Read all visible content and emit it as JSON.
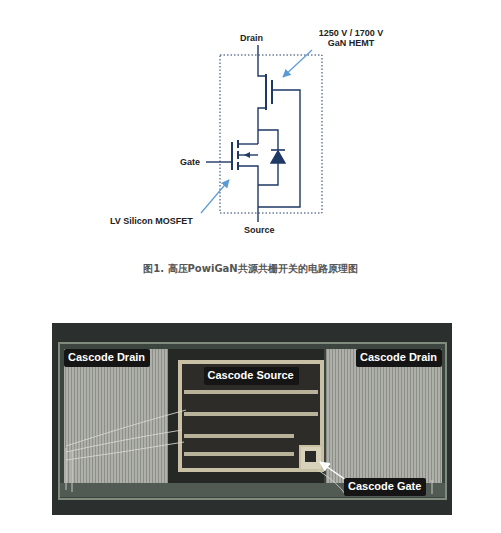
{
  "diagram": {
    "caption": "图1. 高压PowiGaN共源共栅开关的电路原理图",
    "nodes": [
      {
        "text": [
          "Cascode Drain"
        ]
      },
      {
        "text": [
          "Cascode Drain"
        ]
      },
      {
        "text": [
          "Cascode Source"
        ]
      },
      {
        "text": [
          "Cascode Gate"
        ]
      }
    ],
    "labels": [
      "Drain",
      "1250 V / 1700 V GaN HEMT",
      "Gate",
      "LV Silicon MOSFET",
      "Source"
    ]
  }
}
